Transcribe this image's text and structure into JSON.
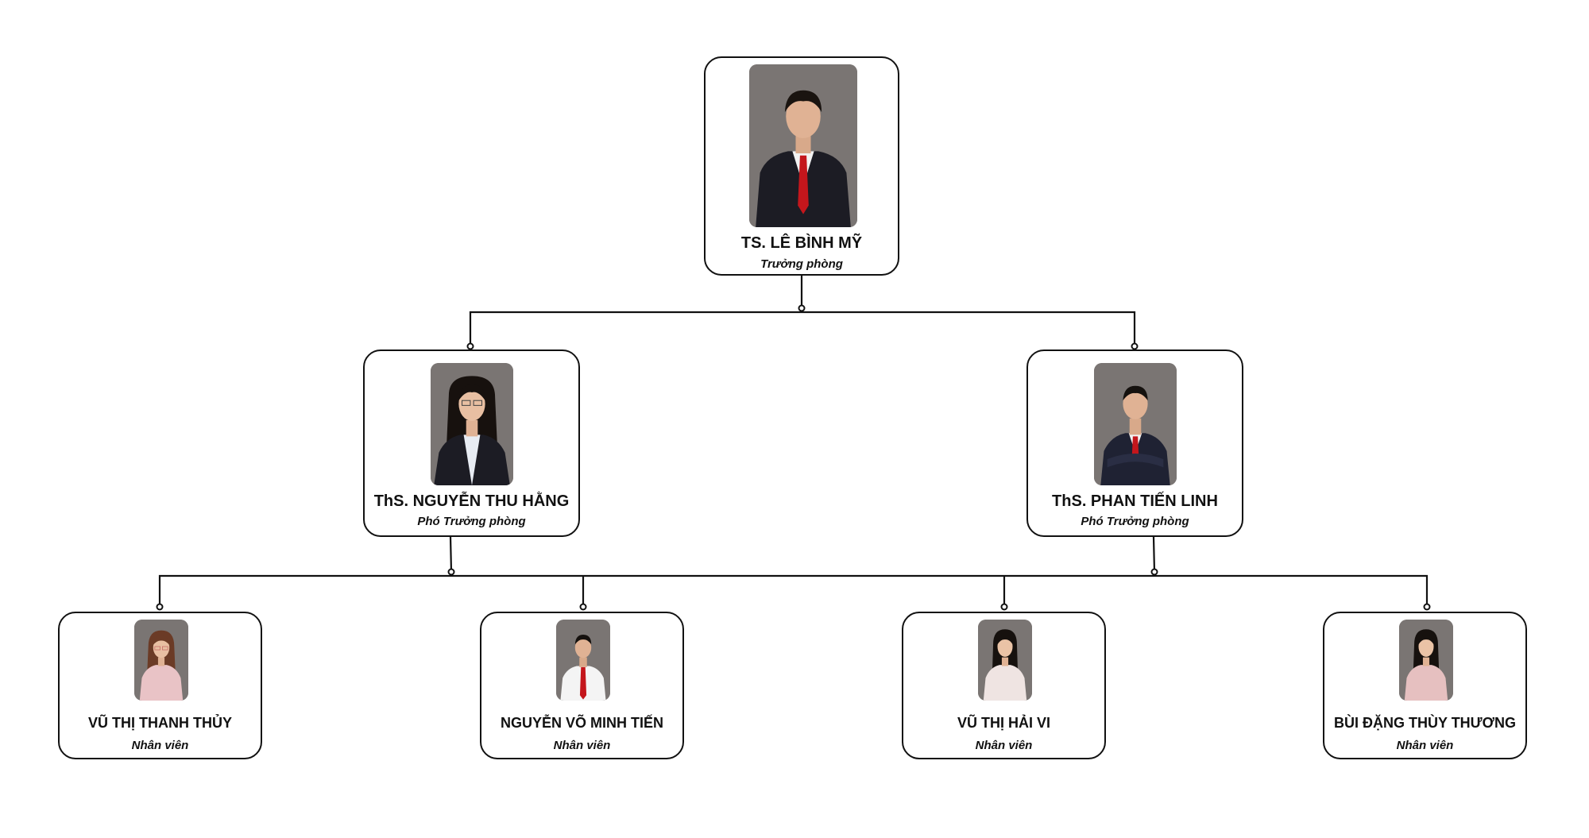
{
  "org_chart": {
    "head": {
      "name": "TS. LÊ BÌNH MỸ",
      "role": "Trưởng phòng"
    },
    "deputies": [
      {
        "name": "ThS. NGUYỄN THU HẰNG",
        "role": "Phó Trưởng phòng"
      },
      {
        "name": "ThS. PHAN TIẾN LINH",
        "role": "Phó Trưởng phòng"
      }
    ],
    "staff": [
      {
        "name": "VŨ THỊ THANH THỦY",
        "role": "Nhân viên"
      },
      {
        "name": "NGUYỄN VÕ MINH TIẾN",
        "role": "Nhân viên"
      },
      {
        "name": "VŨ THỊ HẢI VI",
        "role": "Nhân viên"
      },
      {
        "name": "BÙI ĐẶNG THÙY THƯƠNG",
        "role": "Nhân viên"
      }
    ]
  },
  "colors": {
    "line": "#111111",
    "photo_background": "#7a7573",
    "suit_dark": "#1c1c24",
    "tie_red": "#c4161c",
    "ao_dai_pink": "#e9c3c6"
  }
}
